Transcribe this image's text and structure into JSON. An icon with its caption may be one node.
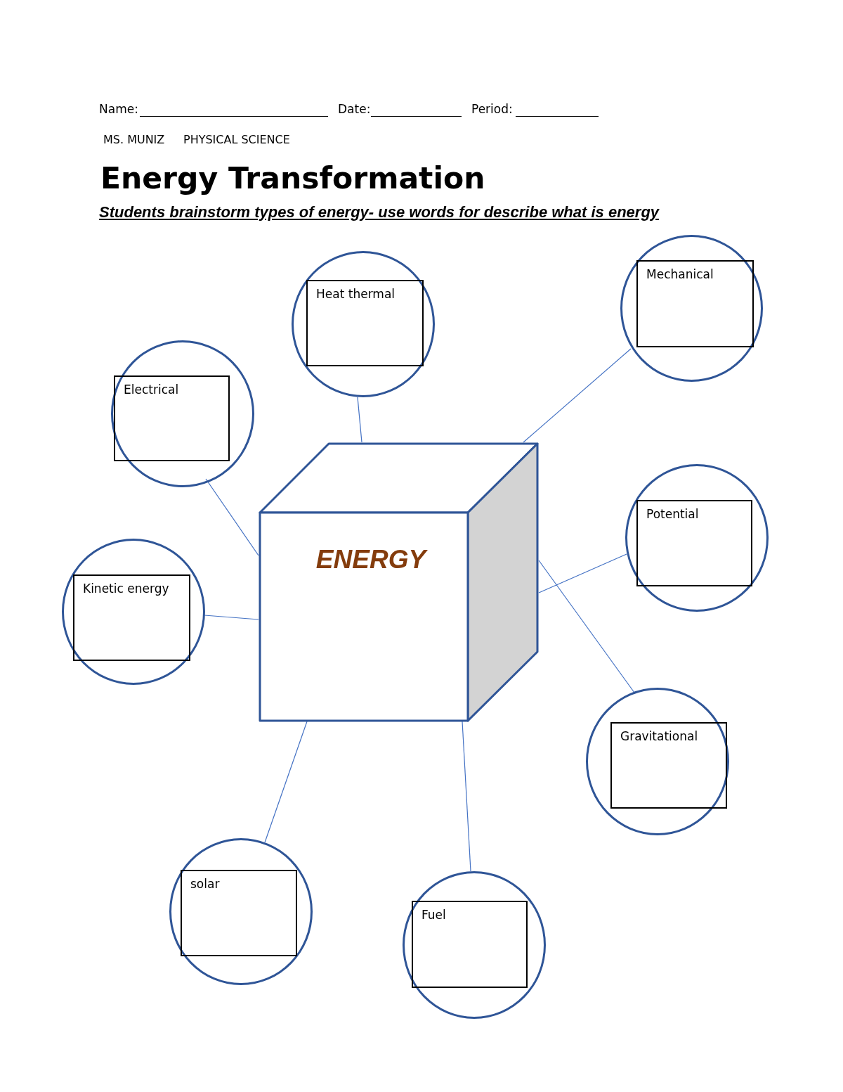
{
  "diagram": {
    "title": "Energy Transformation",
    "nodes": [
      {
        "text": [
          "Heat thermal"
        ]
      },
      {
        "text": [
          "Mechanical"
        ]
      },
      {
        "text": [
          "Electrical"
        ]
      },
      {
        "text": [
          "ENERGY"
        ]
      },
      {
        "text": [
          "Potential"
        ]
      },
      {
        "text": [
          "Kinetic energy"
        ]
      },
      {
        "text": [
          "Gravitational"
        ]
      },
      {
        "text": [
          "solar"
        ]
      },
      {
        "text": [
          "Fuel"
        ]
      }
    ],
    "edges": [
      {
        "from": 3,
        "to": 0,
        "arrow": "none"
      },
      {
        "from": 3,
        "to": 1,
        "arrow": "none"
      },
      {
        "from": 3,
        "to": 2,
        "arrow": "none"
      },
      {
        "from": 3,
        "to": 4,
        "arrow": "none"
      },
      {
        "from": 3,
        "to": 5,
        "arrow": "none"
      },
      {
        "from": 3,
        "to": 6,
        "arrow": "none"
      },
      {
        "from": 3,
        "to": 7,
        "arrow": "none"
      },
      {
        "from": 3,
        "to": 8,
        "arrow": "none"
      }
    ],
    "labels": [
      "Name:",
      "Date:",
      "Period:",
      "MS. MUNIZ",
      "PHYSICAL SCIENCE",
      "Students brainstorm types of energy- use words for describe what is energy"
    ]
  }
}
